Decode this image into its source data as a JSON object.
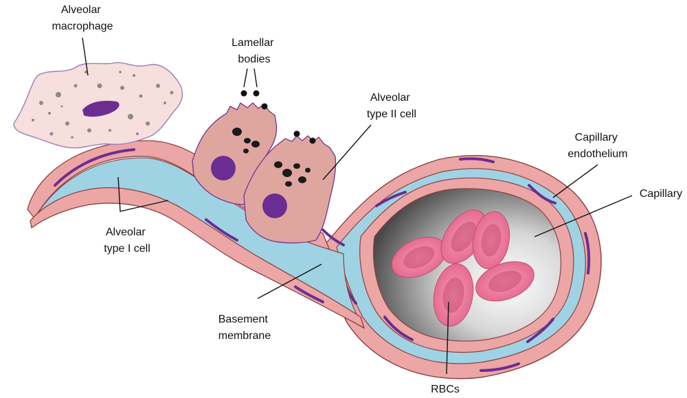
{
  "labels": {
    "alveolar_macrophage": [
      "Alveolar",
      "macrophage"
    ],
    "lamellar_bodies": [
      "Lamellar",
      "bodies"
    ],
    "alveolar_type_ii": [
      "Alveolar",
      "type II cell"
    ],
    "capillary_endothelium": [
      "Capillary",
      "endothelium"
    ],
    "capillary": "Capillary",
    "alveolar_type_i": [
      "Alveolar",
      "type I cell"
    ],
    "basement_membrane": [
      "Basement",
      "membrane"
    ],
    "rbcs": "RBCs"
  },
  "colors": {
    "pink_tissue": "#eba6a5",
    "tissue_outline": "#8a3f3f",
    "basement_membrane": "#9fd3e4",
    "nucleus": "#6b2d91",
    "type_ii_cell": "#dfa6a0",
    "macrophage": "#f6dfdc",
    "rbc": "#e9789a",
    "lumen_dark": "#4d4d4d",
    "lumen_light": "#ffffff"
  }
}
